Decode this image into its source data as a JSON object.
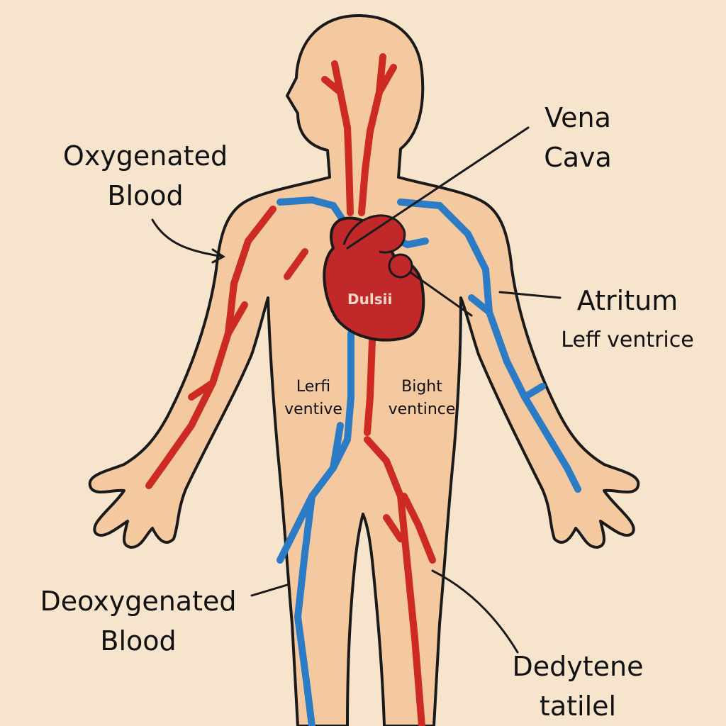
{
  "labels": {
    "oxygenated": [
      "Oxygenated",
      "Blood"
    ],
    "vena_cava": [
      "Vena",
      "Cava"
    ],
    "atrium": "Atritum",
    "left_ventricle_right": "Leff ventrice",
    "heart": "Dulsii",
    "left_ventive": [
      "Lerfi",
      "ventive"
    ],
    "right_ventince": [
      "Bight",
      "ventince"
    ],
    "deoxygenated": [
      "Deoxygenated",
      "Blood"
    ],
    "bottom_right": [
      "Dedytene",
      "tatilel"
    ]
  },
  "colors": {
    "background": "#f7e4cc",
    "skin": "#f5c9a0",
    "outline": "#1a1a1a",
    "artery": "#cc2a23",
    "vein": "#2b7cc4",
    "heart": "#c0282a"
  }
}
